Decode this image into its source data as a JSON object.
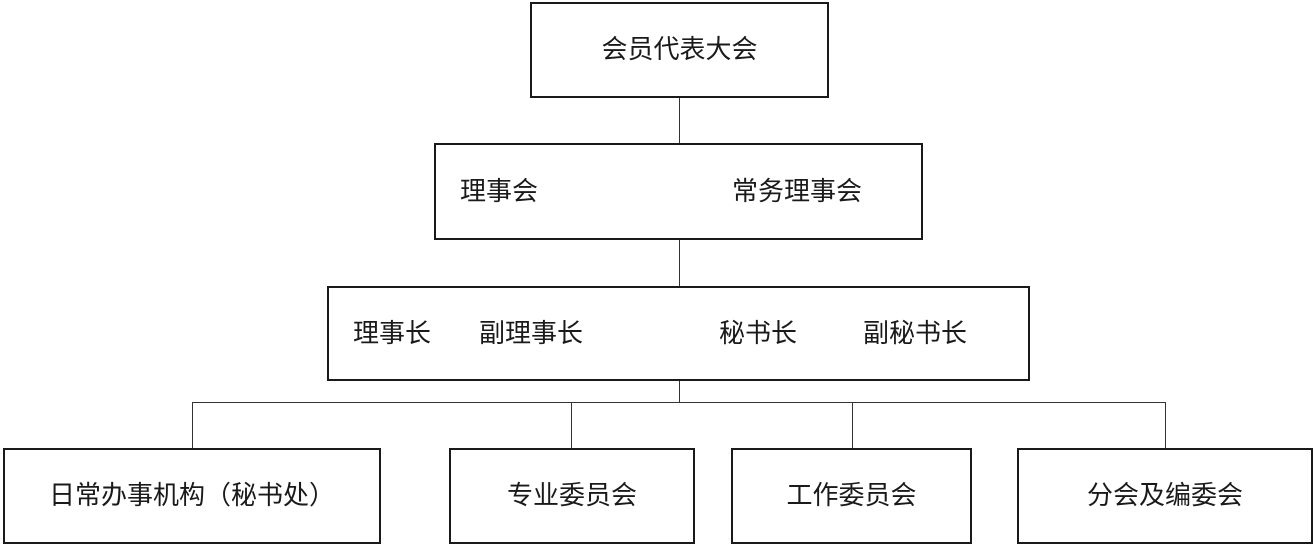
{
  "level1": {
    "label": "会员代表大会"
  },
  "level2": {
    "left": "理事会",
    "right": "常务理事会"
  },
  "level3": {
    "items": [
      "理事长",
      "副理事长",
      "秘书长",
      "副秘书长"
    ]
  },
  "level4": {
    "items": [
      "日常办事机构（秘书处）",
      "专业委员会",
      "工作委员会",
      "分会及编委会"
    ]
  }
}
